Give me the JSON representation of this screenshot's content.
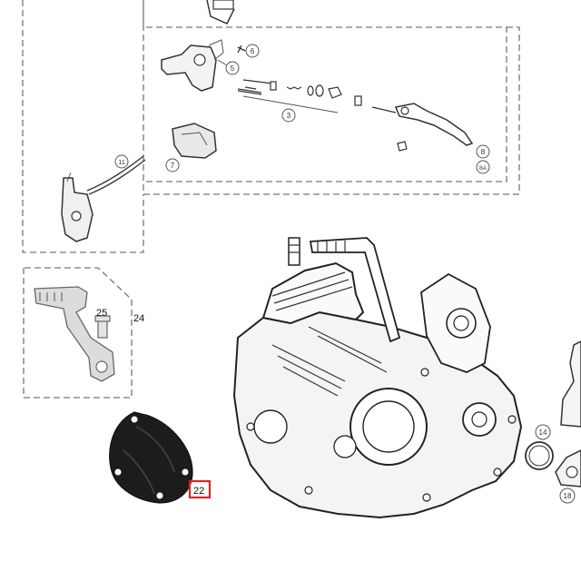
{
  "callouts": [
    {
      "id": "c6",
      "label": "6"
    },
    {
      "id": "c5",
      "label": "5"
    },
    {
      "id": "c3",
      "label": "3"
    },
    {
      "id": "c7",
      "label": "7"
    },
    {
      "id": "c11",
      "label": "11"
    },
    {
      "id": "c8",
      "label": "8"
    },
    {
      "id": "c8a",
      "label": "8A"
    },
    {
      "id": "c14",
      "label": "14"
    },
    {
      "id": "c18",
      "label": "18"
    }
  ],
  "labels": {
    "part_25": "25",
    "part_24": "24",
    "part_22": "22"
  },
  "colors": {
    "highlight_box": "#e02424",
    "line_art": "#333333",
    "cover_fill": "#1c1c1c"
  }
}
